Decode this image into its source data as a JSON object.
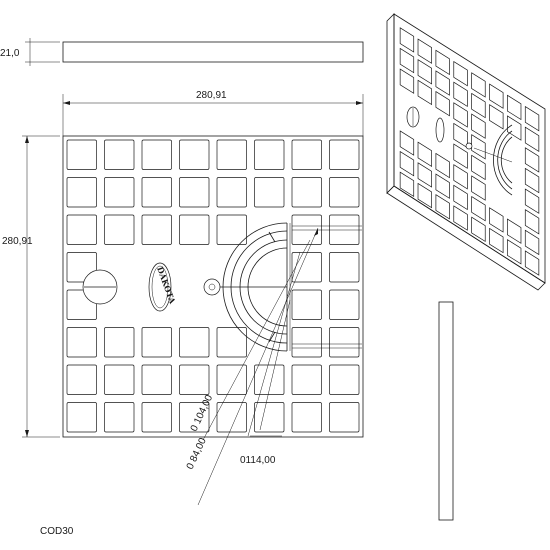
{
  "drawing": {
    "code": "COD30",
    "dimensions": {
      "thickness": "21,0",
      "width": "280,91",
      "height": "280,91",
      "diameter_outer": "0 104,00",
      "diameter_mid": "0 84,00",
      "diameter_inner": "0114,00"
    },
    "logo_text": "DAKOTA",
    "views": [
      "side-view",
      "top-view",
      "isometric-view",
      "front-edge-view"
    ],
    "line_color": "#1a1a1a"
  }
}
